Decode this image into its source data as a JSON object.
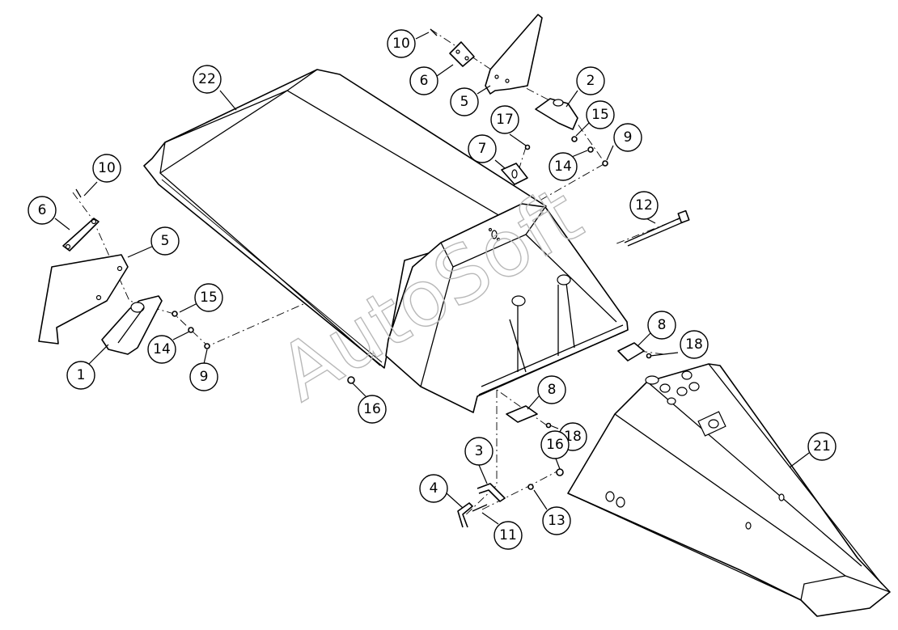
{
  "watermark": "AutoSoft",
  "callouts": [
    {
      "label": "22"
    },
    {
      "label": "10"
    },
    {
      "label": "6"
    },
    {
      "label": "5"
    },
    {
      "label": "1"
    },
    {
      "label": "15"
    },
    {
      "label": "14"
    },
    {
      "label": "9"
    },
    {
      "label": "16"
    },
    {
      "label": "10"
    },
    {
      "label": "6"
    },
    {
      "label": "5"
    },
    {
      "label": "2"
    },
    {
      "label": "17"
    },
    {
      "label": "15"
    },
    {
      "label": "9"
    },
    {
      "label": "7"
    },
    {
      "label": "14"
    },
    {
      "label": "12"
    },
    {
      "label": "8"
    },
    {
      "label": "18"
    },
    {
      "label": "8"
    },
    {
      "label": "18"
    },
    {
      "label": "3"
    },
    {
      "label": "16"
    },
    {
      "label": "4"
    },
    {
      "label": "13"
    },
    {
      "label": "11"
    },
    {
      "label": "21"
    }
  ]
}
